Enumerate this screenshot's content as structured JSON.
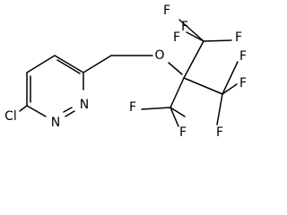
{
  "molecule": {
    "atoms": [
      {
        "id": "cl",
        "symbol": "Cl",
        "label": "Cl"
      },
      {
        "id": "n1",
        "symbol": "N",
        "label": "N"
      },
      {
        "id": "n2",
        "symbol": "N",
        "label": "N"
      },
      {
        "id": "o",
        "symbol": "O",
        "label": "O"
      },
      {
        "id": "f1",
        "symbol": "F",
        "label": "F"
      },
      {
        "id": "f2",
        "symbol": "F",
        "label": "F"
      },
      {
        "id": "f3",
        "symbol": "F",
        "label": "F"
      },
      {
        "id": "f4",
        "symbol": "F",
        "label": "F"
      },
      {
        "id": "f5",
        "symbol": "F",
        "label": "F"
      },
      {
        "id": "f6",
        "symbol": "F",
        "label": "F"
      },
      {
        "id": "f7",
        "symbol": "F",
        "label": "F"
      },
      {
        "id": "f8",
        "symbol": "F",
        "label": "F"
      },
      {
        "id": "f9",
        "symbol": "F",
        "label": "F"
      }
    ]
  }
}
